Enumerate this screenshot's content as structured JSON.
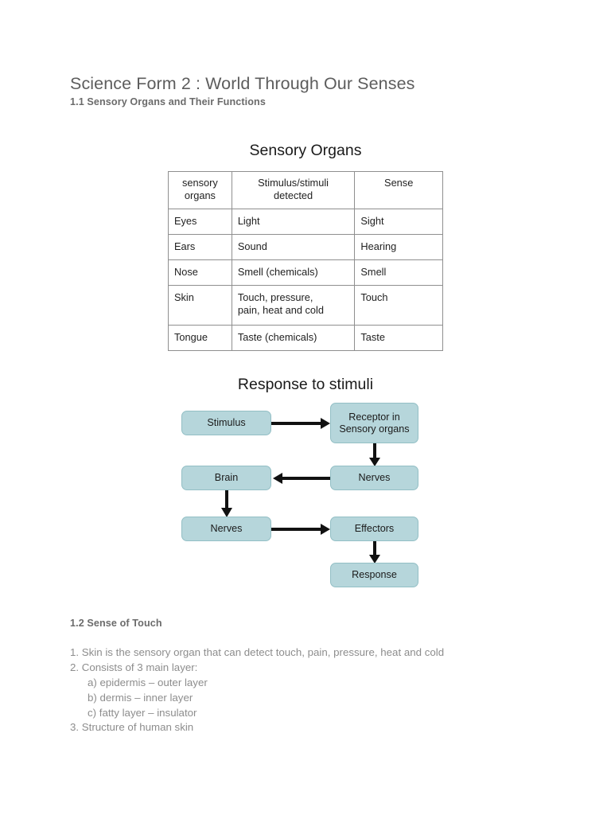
{
  "document": {
    "title": "Science Form 2 : World Through Our Senses",
    "sections": [
      {
        "heading": "1.1 Sensory Organs and Their Functions"
      },
      {
        "heading": "1.2 Sense of Touch"
      }
    ]
  },
  "sensory_table": {
    "caption": "Sensory Organs",
    "columns": [
      "sensory organs",
      "Stimulus/stimuli detected",
      "Sense"
    ],
    "column_lines": [
      [
        "sensory",
        "organs"
      ],
      [
        "Stimulus/stimuli",
        "detected"
      ],
      [
        "Sense"
      ]
    ],
    "rows": [
      {
        "organ": "Eyes",
        "stimulus": "Light",
        "stimulus_lines": [
          "Light"
        ],
        "sense": "Sight"
      },
      {
        "organ": "Ears",
        "stimulus": "Sound",
        "stimulus_lines": [
          "Sound"
        ],
        "sense": "Hearing"
      },
      {
        "organ": "Nose",
        "stimulus": "Smell (chemicals)",
        "stimulus_lines": [
          "Smell (chemicals)"
        ],
        "sense": "Smell"
      },
      {
        "organ": "Skin",
        "stimulus": "Touch, pressure, pain, heat and cold",
        "stimulus_lines": [
          "Touch, pressure,",
          "pain, heat and cold"
        ],
        "sense": "Touch"
      },
      {
        "organ": "Tongue",
        "stimulus": "Taste (chemicals)",
        "stimulus_lines": [
          "Taste (chemicals)"
        ],
        "sense": "Taste"
      }
    ]
  },
  "flowchart": {
    "caption": "Response to stimuli",
    "colors": {
      "box_fill": "#b6d6db",
      "box_border": "#93bfc5",
      "arrow": "#111111"
    },
    "nodes": [
      {
        "id": "stimulus",
        "label": "Stimulus",
        "lines": [
          "Stimulus"
        ]
      },
      {
        "id": "receptor",
        "label": "Receptor in Sensory organs",
        "lines": [
          "Receptor in",
          "Sensory organs"
        ]
      },
      {
        "id": "nerves_1",
        "label": "Nerves",
        "lines": [
          "Nerves"
        ]
      },
      {
        "id": "brain",
        "label": "Brain",
        "lines": [
          "Brain"
        ]
      },
      {
        "id": "nerves_2",
        "label": "Nerves",
        "lines": [
          "Nerves"
        ]
      },
      {
        "id": "effectors",
        "label": "Effectors",
        "lines": [
          "Effectors"
        ]
      },
      {
        "id": "response",
        "label": "Response",
        "lines": [
          "Response"
        ]
      }
    ],
    "edges": [
      {
        "from": "stimulus",
        "to": "receptor",
        "direction": "right"
      },
      {
        "from": "receptor",
        "to": "nerves_1",
        "direction": "down"
      },
      {
        "from": "nerves_1",
        "to": "brain",
        "direction": "left"
      },
      {
        "from": "brain",
        "to": "nerves_2",
        "direction": "down"
      },
      {
        "from": "nerves_2",
        "to": "effectors",
        "direction": "right"
      },
      {
        "from": "effectors",
        "to": "response",
        "direction": "down"
      }
    ]
  },
  "touch_notes": {
    "lines": [
      {
        "text": "1. Skin is the sensory organ that can detect touch, pain, pressure, heat and cold",
        "indent": false
      },
      {
        "text": "2. Consists of 3 main layer:",
        "indent": false
      },
      {
        "text": "a) epidermis – outer layer",
        "indent": true
      },
      {
        "text": "b) dermis – inner layer",
        "indent": true
      },
      {
        "text": "c) fatty layer – insulator",
        "indent": true
      },
      {
        "text": "3. Structure of human skin",
        "indent": false
      }
    ]
  }
}
